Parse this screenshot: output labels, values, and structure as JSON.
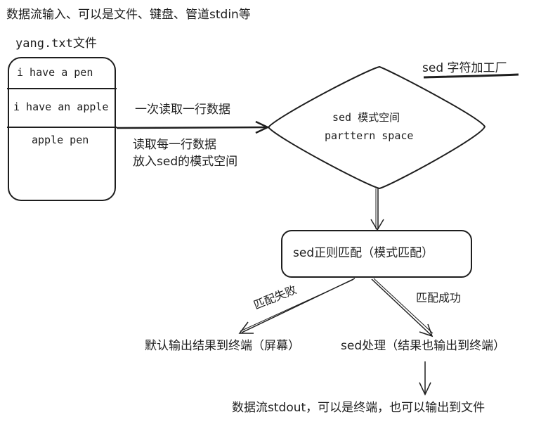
{
  "header_text": "数据流输入、可以是文件、键盘、管道stdin等",
  "file_box": {
    "label": "yang.txt文件",
    "lines": [
      "i have a pen",
      "i have an apple",
      "apple pen"
    ]
  },
  "edge_read": {
    "top_label": "一次读取一行数据",
    "bottom_line1": "读取每一行数据",
    "bottom_line2": "放入sed的模式空间"
  },
  "factory_label": "sed 字符加工厂",
  "pattern_space": {
    "line1": "sed 模式空间",
    "line2": "parttern space"
  },
  "match_box": "sed正则匹配（模式匹配）",
  "fail_label": "匹配失败",
  "success_label": "匹配成功",
  "fail_result": "默认输出结果到终端（屏幕）",
  "success_result": "sed处理（结果也输出到终端）",
  "stdout_text": "数据流stdout，可以是终端，也可以输出到文件"
}
